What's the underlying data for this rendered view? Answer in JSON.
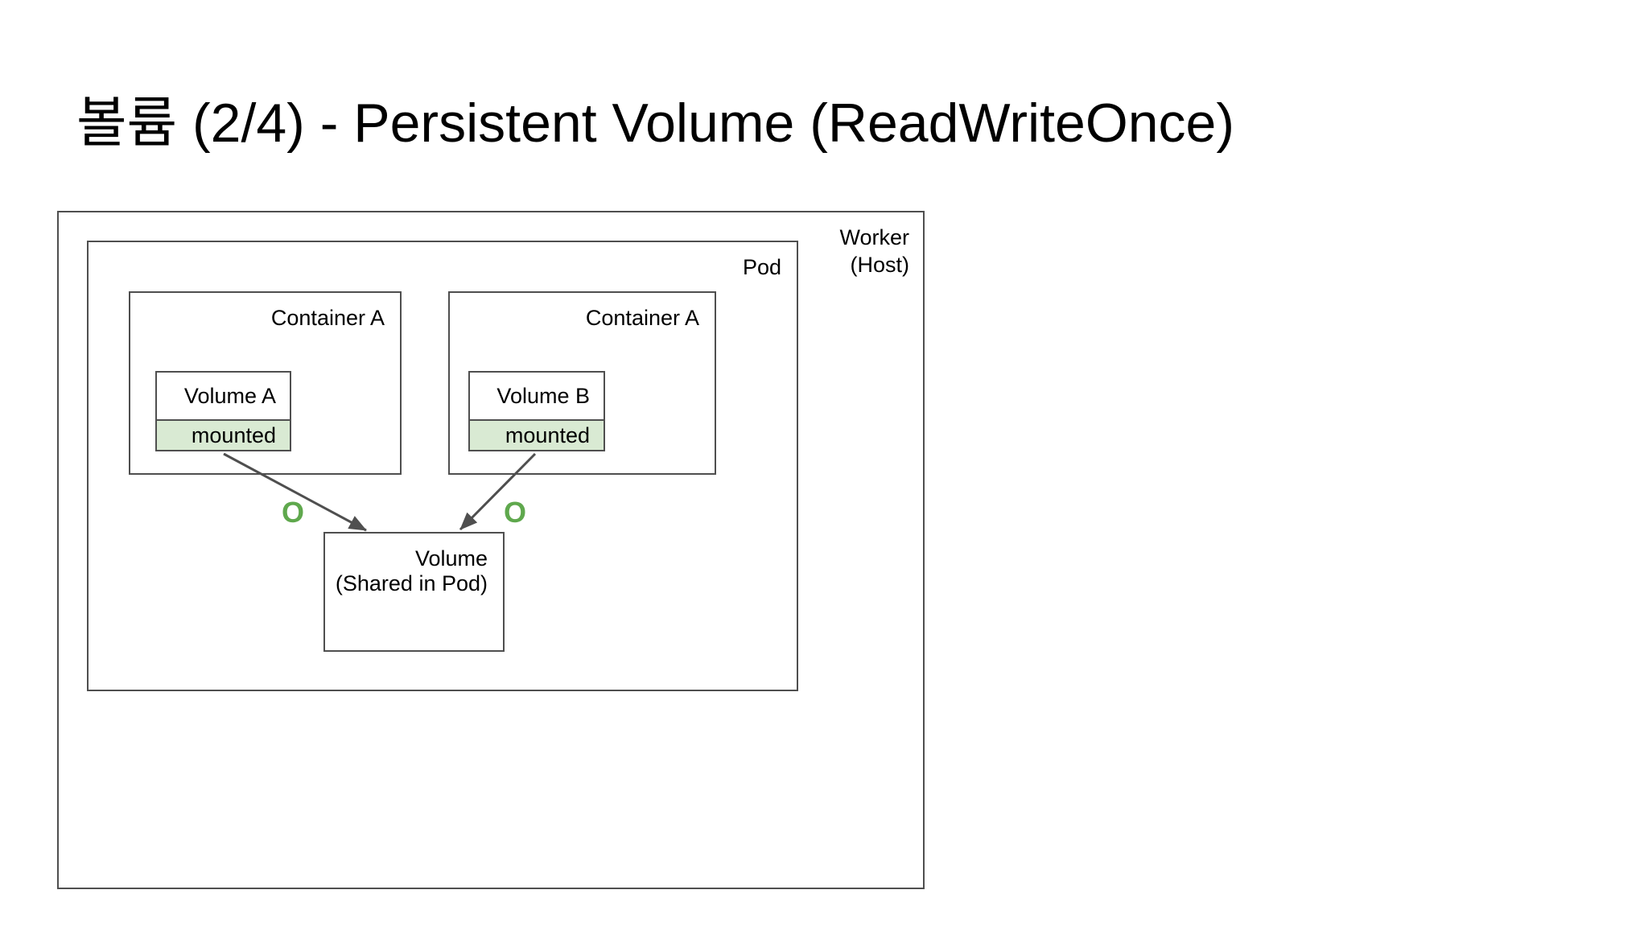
{
  "slide": {
    "title": "볼륨 (2/4) - Persistent Volume (ReadWriteOnce)"
  },
  "worker": {
    "label_line1": "Worker",
    "label_line2": "(Host)"
  },
  "pod": {
    "label": "Pod"
  },
  "containers": [
    {
      "label": "Container A",
      "volume_name": "Volume A",
      "volume_status": "mounted"
    },
    {
      "label": "Container A",
      "volume_name": "Volume B",
      "volume_status": "mounted"
    }
  ],
  "shared_volume": {
    "label_line1": "Volume",
    "label_line2": "(Shared in Pod)"
  },
  "annotations": {
    "left_mark": "O",
    "right_mark": "O"
  },
  "colors": {
    "border": "#4f4f4f",
    "arrow": "#4f4f4f",
    "mounted_fill": "#d9ead3",
    "mark_green": "#5fa84d",
    "text": "#000000",
    "background": "#ffffff"
  }
}
